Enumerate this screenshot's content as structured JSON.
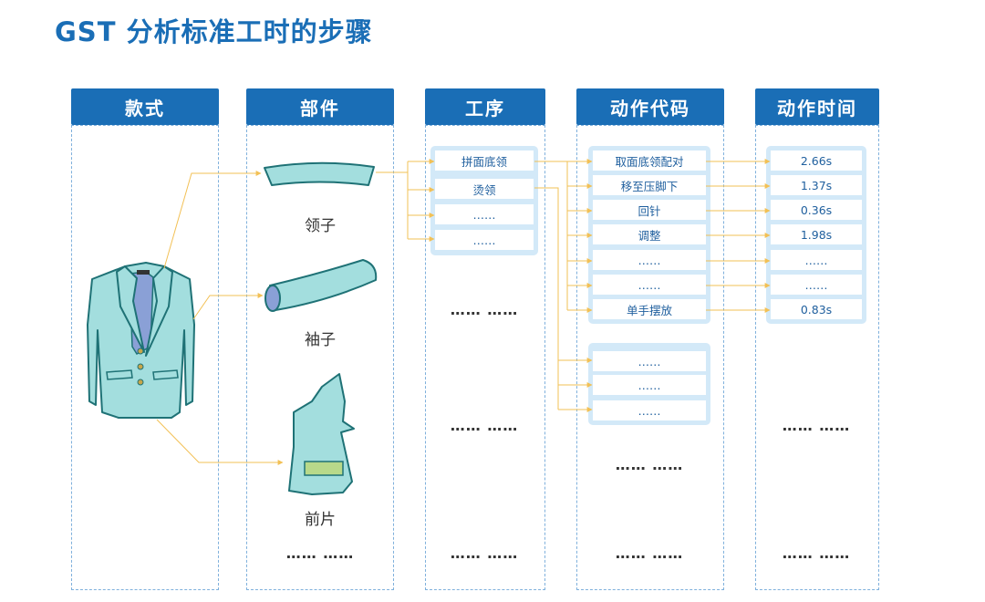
{
  "title": "GST 分析标准工时的步骤",
  "columns": {
    "style": "款式",
    "part": "部件",
    "process": "工序",
    "motion_code": "动作代码",
    "motion_time": "动作时间"
  },
  "parts": [
    "领子",
    "袖子",
    "前片"
  ],
  "processes": [
    "拼面底领",
    "烫领",
    "……",
    "……"
  ],
  "motion_codes": [
    "取面底领配对",
    "移至压脚下",
    "回针",
    "调整",
    "……",
    "……",
    "单手摆放"
  ],
  "motion_codes_group2": [
    "……",
    "……",
    "……"
  ],
  "motion_times": [
    "2.66s",
    "1.37s",
    "0.36s",
    "1.98s",
    "……",
    "……",
    "0.83s"
  ],
  "ellipsis": "…… ……",
  "colors": {
    "header": "#1a6eb6",
    "cell_text": "#1f5f9e",
    "group_bg": "#d3e9f8",
    "arrow": "#f2c055"
  }
}
